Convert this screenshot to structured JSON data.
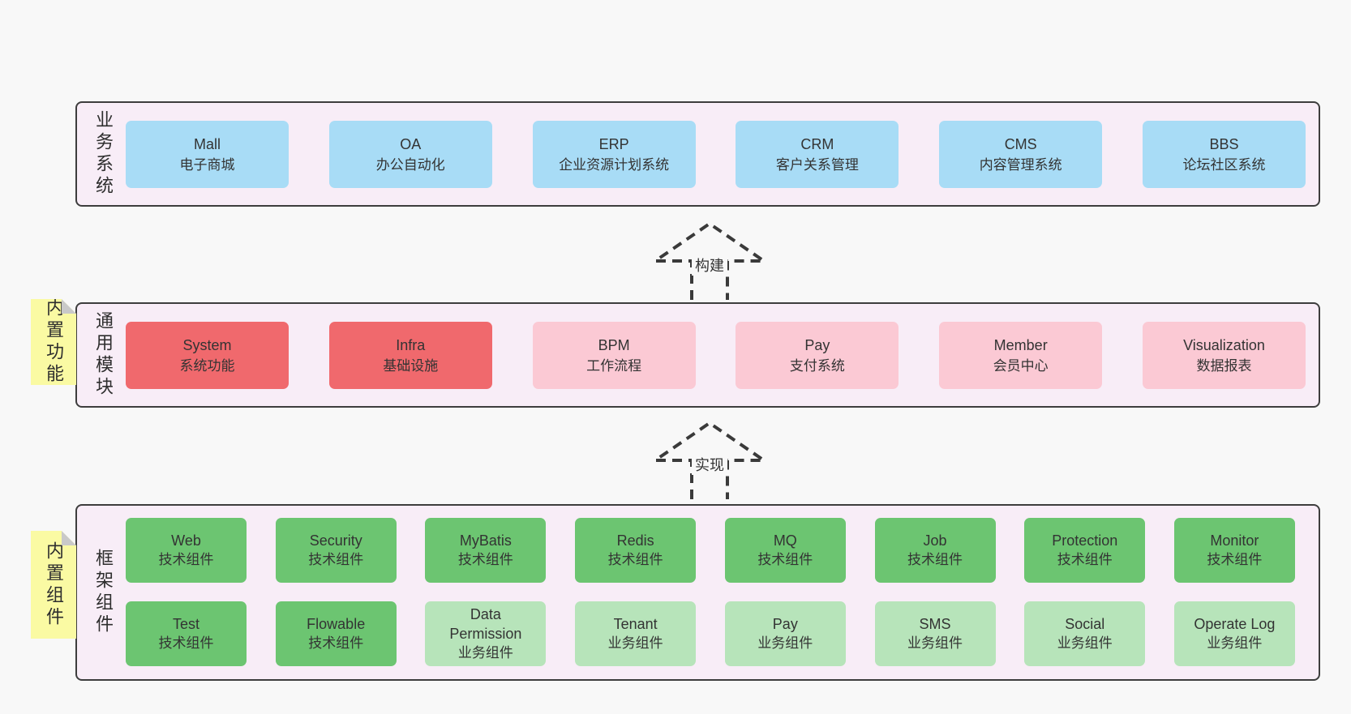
{
  "colors": {
    "page_bg": "#f8f8f8",
    "band_bg": "#f8edf7",
    "band_border": "#3d3d3d",
    "blue": "#a8dcf6",
    "red": "#f0696d",
    "pink": "#fbc9d4",
    "green": "#6cc571",
    "light_green": "#b7e4ba",
    "sticky": "#fafaa3",
    "sticky_fold": "#c9c9c9",
    "text": "#333333"
  },
  "layers": [
    {
      "id": "business-systems",
      "side_label": "业务系统",
      "boxes": [
        {
          "title": "Mall",
          "subtitle": "电子商城",
          "variant": "blue"
        },
        {
          "title": "OA",
          "subtitle": "办公自动化",
          "variant": "blue"
        },
        {
          "title": "ERP",
          "subtitle": "企业资源计划系统",
          "variant": "blue"
        },
        {
          "title": "CRM",
          "subtitle": "客户关系管理",
          "variant": "blue"
        },
        {
          "title": "CMS",
          "subtitle": "内容管理系统",
          "variant": "blue"
        },
        {
          "title": "BBS",
          "subtitle": "论坛社区系统",
          "variant": "blue"
        }
      ]
    },
    {
      "id": "common-modules",
      "side_label": "通用模块",
      "sticky_label": "内置功能",
      "boxes": [
        {
          "title": "System",
          "subtitle": "系统功能",
          "variant": "red"
        },
        {
          "title": "Infra",
          "subtitle": "基础设施",
          "variant": "red"
        },
        {
          "title": "BPM",
          "subtitle": "工作流程",
          "variant": "pink"
        },
        {
          "title": "Pay",
          "subtitle": "支付系统",
          "variant": "pink"
        },
        {
          "title": "Member",
          "subtitle": "会员中心",
          "variant": "pink"
        },
        {
          "title": "Visualization",
          "subtitle": "数据报表",
          "variant": "pink"
        }
      ]
    },
    {
      "id": "framework-components",
      "side_label": "框架组件",
      "sticky_label": "内置组件",
      "rows": [
        [
          {
            "title": "Web",
            "subtitle": "技术组件",
            "variant": "green"
          },
          {
            "title": "Security",
            "subtitle": "技术组件",
            "variant": "green"
          },
          {
            "title": "MyBatis",
            "subtitle": "技术组件",
            "variant": "green"
          },
          {
            "title": "Redis",
            "subtitle": "技术组件",
            "variant": "green"
          },
          {
            "title": "MQ",
            "subtitle": "技术组件",
            "variant": "green"
          },
          {
            "title": "Job",
            "subtitle": "技术组件",
            "variant": "green"
          },
          {
            "title": "Protection",
            "subtitle": "技术组件",
            "variant": "green"
          },
          {
            "title": "Monitor",
            "subtitle": "技术组件",
            "variant": "green"
          }
        ],
        [
          {
            "title": "Test",
            "subtitle": "技术组件",
            "variant": "green"
          },
          {
            "title": "Flowable",
            "subtitle": "技术组件",
            "variant": "green"
          },
          {
            "title": "Data Permission",
            "subtitle": "业务组件",
            "variant": "lightgreen"
          },
          {
            "title": "Tenant",
            "subtitle": "业务组件",
            "variant": "lightgreen"
          },
          {
            "title": "Pay",
            "subtitle": "业务组件",
            "variant": "lightgreen"
          },
          {
            "title": "SMS",
            "subtitle": "业务组件",
            "variant": "lightgreen"
          },
          {
            "title": "Social",
            "subtitle": "业务组件",
            "variant": "lightgreen"
          },
          {
            "title": "Operate Log",
            "subtitle": "业务组件",
            "variant": "lightgreen"
          }
        ]
      ]
    }
  ],
  "arrows": [
    {
      "label": "构建"
    },
    {
      "label": "实现"
    }
  ]
}
